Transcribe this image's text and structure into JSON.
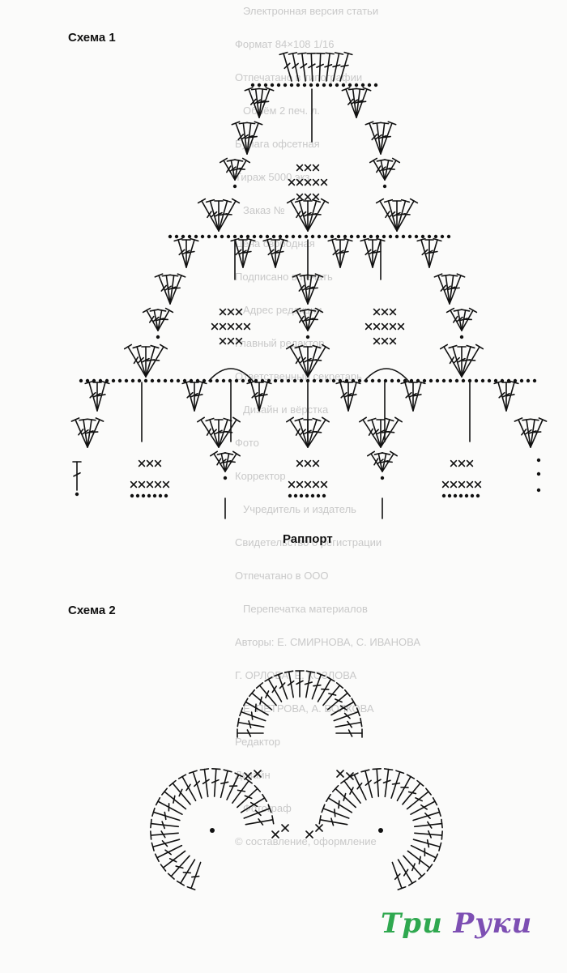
{
  "labels": {
    "scheme1": "Схема 1",
    "rapport": "Раппорт",
    "scheme2": "Схема 2"
  },
  "bleed_text": [
    "Электронная версия статьи",
    "Формат 84×108 1/16",
    "Отпечатано в типографии",
    "Объём 2 печ. л.",
    "Бумага офсетная",
    "Тираж 5000 экз.",
    "Заказ №",
    "Цена свободная",
    "Подписано в печать",
    "Адрес редакции",
    "Главный редактор",
    "Ответственный секретарь",
    "Дизайн и вёрстка",
    "Фото",
    "Корректор",
    "Учредитель и издатель",
    "Свидетельство о регистрации",
    "Отпечатано в ООО",
    "Перепечатка материалов",
    "Авторы: Е. СМИРНОВА, С. ИВАНОВА",
    "Г. ОРЛОВА, Е. КОЗЛОВА",
    "Е. ПЕТРОВА, А. ВОЛКОВА",
    "Редактор",
    "Дизайн",
    "Фотограф",
    "© составление, оформление"
  ],
  "logo": {
    "word1": "Три",
    "word2": "Руки"
  }
}
